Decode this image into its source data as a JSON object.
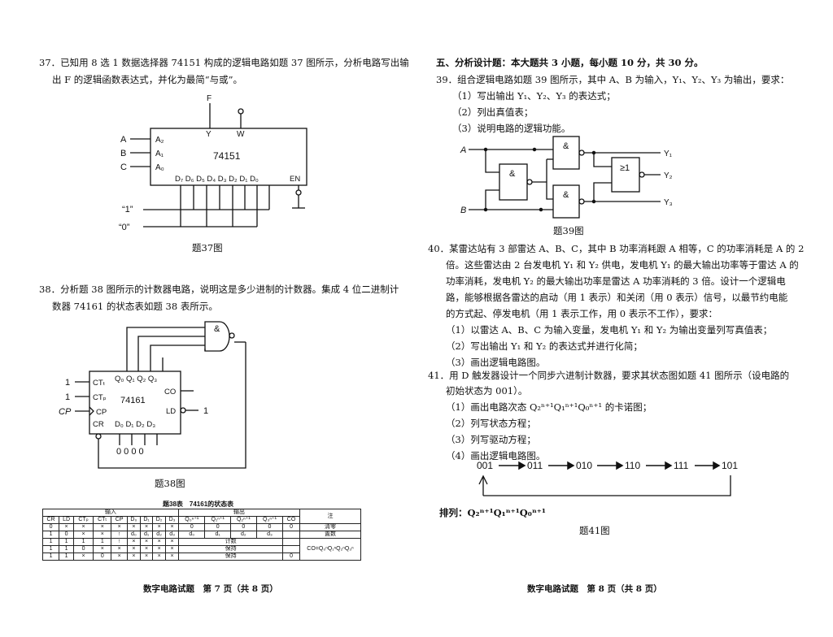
{
  "left_page": {
    "q37": {
      "line1": "37．已知用 8 选 1 数据选择器 74151 构成的逻辑电路如题 37 图所示，分析电路写出输",
      "line2": "出 F 的逻辑函数表达式，并化为最简“与或”。",
      "caption": "题37图",
      "chip": "74151",
      "in_a": "A",
      "in_b": "B",
      "in_c": "C",
      "pin_a2": "A₂",
      "pin_a1": "A₁",
      "pin_a0": "A₀",
      "out_f": "F",
      "out_y": "Y",
      "out_w": "W",
      "data_pins": "D₇ D₆ D₅ D₄ D₃ D₂ D₁ D₀",
      "en": "EN",
      "one": "“1”",
      "zero": "“0”"
    },
    "q38": {
      "line1": "38．分析题 38 图所示的计数器电路，说明这是多少进制的计数器。集成 4 位二进制计",
      "line2": "数器 74161 的状态表如题 38 表所示。",
      "caption": "题38图",
      "chip": "74161",
      "gate": "&",
      "ctt": "CTₜ",
      "ctp": "CTₚ",
      "cp": "CP",
      "cr": "CR",
      "co": "CO",
      "ld": "LD",
      "q_pins": "Q₀ Q₁ Q₂ Q₃",
      "d_pins": "D₀ D₁ D₂ D₃",
      "one_a": "1",
      "one_b": "1",
      "one_ld": "1",
      "zeros": "0 0 0 0",
      "cp_in": "CP"
    },
    "table": {
      "title": "题38表　74161的状态表",
      "group_input": "输入",
      "group_output": "输出",
      "note_header": "注",
      "headers": [
        "CR",
        "LD",
        "CTₚ",
        "CTₜ",
        "CP",
        "D₀",
        "D₁",
        "D₂",
        "D₃",
        "Q₀ⁿ⁺¹",
        "Q₁ⁿ⁺¹",
        "Q₂ⁿ⁺¹",
        "Q₃ⁿ⁺¹",
        "CO"
      ],
      "rows": [
        [
          "0",
          "×",
          "×",
          "×",
          "×",
          "×",
          "×",
          "×",
          "×",
          "0",
          "0",
          "0",
          "0",
          "0"
        ],
        [
          "1",
          "0",
          "×",
          "×",
          "↑",
          "d₀",
          "d₁",
          "d₂",
          "d₃",
          "d₀",
          "d₁",
          "d₂",
          "d₃",
          ""
        ],
        [
          "1",
          "1",
          "1",
          "1",
          "↑",
          "×",
          "×",
          "×",
          "×",
          "",
          "",
          "",
          "",
          ""
        ],
        [
          "1",
          "1",
          "0",
          "×",
          "×",
          "×",
          "×",
          "×",
          "×",
          "",
          "",
          "",
          "",
          ""
        ],
        [
          "1",
          "1",
          "×",
          "0",
          "×",
          "×",
          "×",
          "×",
          "×",
          "",
          "",
          "",
          "",
          "0"
        ]
      ],
      "merged": [
        "计数",
        "保持",
        "保持"
      ],
      "notes": [
        "清零",
        "置数",
        "CO=Q₀ⁿQ₁ⁿQ₂ⁿQ₃ⁿ"
      ]
    },
    "footer": "数字电路试题　第 7 页（共 8 页）"
  },
  "right_page": {
    "section": "五、分析设计题：本大题共 3 小题，每小题 10 分，共 30 分。",
    "q39": {
      "line1": "39．组合逻辑电路如题 39 图所示，其中 A、B 为输入，Y₁、Y₂、Y₃ 为输出，要求：",
      "sub1": "（1）写出输出 Y₁、Y₂、Y₃ 的表达式；",
      "sub2": "（2）列出真值表；",
      "sub3": "（3）说明电路的逻辑功能。",
      "caption": "题39图",
      "in_a": "A",
      "in_b": "B",
      "out_y1": "Y₁",
      "out_y2": "Y₂",
      "out_y3": "Y₃",
      "and": "&",
      "or": "≥1"
    },
    "q40": {
      "line1": "40．某雷达站有 3 部雷达 A、B、C，其中 B 功率消耗跟 A 相等，C 的功率消耗是 A 的 2",
      "line2": "倍。这些雷达由 2 台发电机 Y₁ 和 Y₂ 供电，发电机 Y₁ 的最大输出功率等于雷达 A 的",
      "line3": "功率消耗，发电机 Y₂ 的最大输出功率是雷达 A 功率消耗的 3 倍。设计一个逻辑电",
      "line4": "路，能够根据各雷达的启动（用 1 表示）和关闭（用 0 表示）信号，以最节约电能",
      "line5": "的方式起、停发电机（用 1 表示工作，用 0 表示不工作），要求：",
      "sub1": "（1）以雷达 A、B、C 为输入变量，发电机 Y₁ 和 Y₂ 为输出变量列写真值表；",
      "sub2": "（2）写出输出 Y₁ 和 Y₂ 的表达式并进行化简；",
      "sub3": "（3）画出逻辑电路图。"
    },
    "q41": {
      "line1": "41．用 D 触发器设计一个同步六进制计数器，要求其状态图如题 41 图所示（设电路的",
      "line2": "初始状态为 001）。",
      "sub1": "（1）画出电路次态 Q₂ⁿ⁺¹Q₁ⁿ⁺¹Q₀ⁿ⁺¹ 的卡诺图；",
      "sub2": "（2）列写状态方程；",
      "sub3": "（3）列写驱动方程；",
      "sub4": "（4）画出逻辑电路图。",
      "states": [
        "001",
        "011",
        "010",
        "110",
        "111",
        "101"
      ],
      "order": "排列：Q₂ⁿ⁺¹Q₁ⁿ⁺¹Q₀ⁿ⁺¹",
      "caption": "题41图"
    },
    "footer": "数字电路试题　第 8 页（共 8 页）"
  }
}
